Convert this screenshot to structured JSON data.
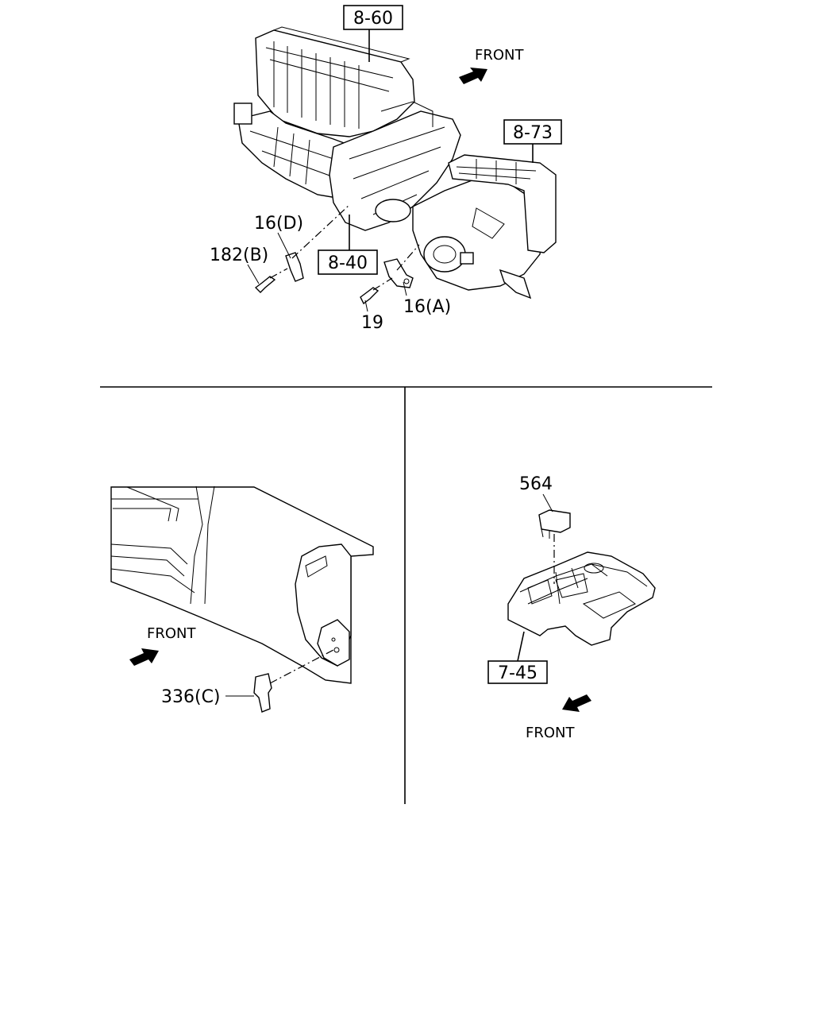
{
  "top_view": {
    "refs": {
      "evap_unit": "8-60",
      "blower_unit": "8-73",
      "heater_unit": "8-40"
    },
    "parts": {
      "screw_b": "182(B)",
      "bracket_d": "16(D)",
      "screw_19": "19",
      "bracket_a": "16(A)"
    },
    "front_label": "FRONT"
  },
  "bottom_left": {
    "parts": {
      "bracket_c": "336(C)"
    },
    "front_label": "FRONT"
  },
  "bottom_right": {
    "refs": {
      "console": "7-45"
    },
    "parts": {
      "clip": "564"
    },
    "front_label": "FRONT"
  }
}
